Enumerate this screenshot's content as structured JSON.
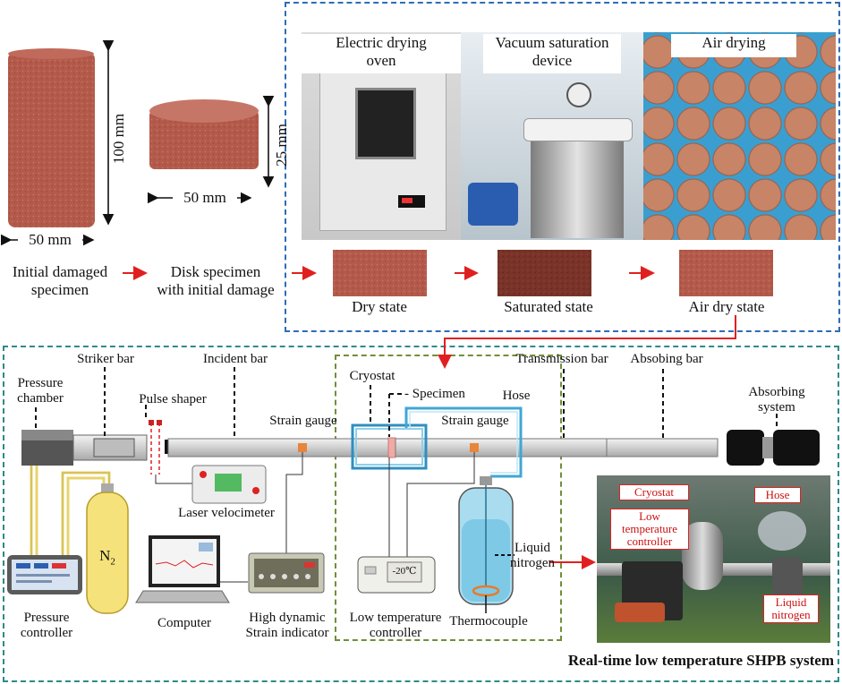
{
  "top": {
    "initial_specimen": {
      "height_dim": "100 mm",
      "width_dim": "50 mm",
      "caption_line1": "Initial damaged",
      "caption_line2": "specimen"
    },
    "disk_specimen": {
      "height_dim": "25 mm",
      "width_dim": "50 mm",
      "caption_line1": "Disk specimen",
      "caption_line2": "with initial damage"
    },
    "process_photos": [
      {
        "title_line1": "Electric drying",
        "title_line2": "oven"
      },
      {
        "title_line1": "Vacuum saturation",
        "title_line2": "device"
      },
      {
        "title_line1": "Air drying",
        "title_line2": ""
      }
    ],
    "states": [
      "Dry state",
      "Saturated state",
      "Air dry state"
    ]
  },
  "system": {
    "labels": {
      "striker_bar": "Striker bar",
      "incident_bar": "Incident bar",
      "cryostat": "Cryostat",
      "transmission_bar": "Transmission bar",
      "absorbing_bar": "Absobing bar",
      "pressure_chamber_line1": "Pressure",
      "pressure_chamber_line2": "chamber",
      "pulse_shaper": "Pulse shaper",
      "strain_gauge_left": "Strain gauge",
      "specimen": "Specimen",
      "hose": "Hose",
      "strain_gauge_right": "Strain gauge",
      "absorbing_system_line1": "Absorbing",
      "absorbing_system_line2": "system",
      "laser_velocimeter": "Laser velocimeter",
      "n2": "N",
      "n2_sub": "2",
      "pressure_controller_line1": "Pressure",
      "pressure_controller_line2": "controller",
      "computer": "Computer",
      "strain_indicator_line1": "High dynamic",
      "strain_indicator_line2": "Strain indicator",
      "low_temp_controller_line1": "Low temperature",
      "low_temp_controller_line2": "controller",
      "controller_display": "-20℃",
      "thermocouple": "Thermocouple",
      "liquid_nitrogen_line1": "Liquid",
      "liquid_nitrogen_line2": "nitrogen"
    },
    "photo_tags": {
      "cryostat": "Cryostat",
      "hose": "Hose",
      "controller_line1": "Low",
      "controller_line2": "temperature",
      "controller_line3": "controller",
      "nitrogen_line1": "Liquid",
      "nitrogen_line2": "nitrogen"
    },
    "title": "Real-time low temperature SHPB system"
  },
  "colors": {
    "arrow_red": "#e02020",
    "blue_frame": "#2f6db3",
    "teal_frame": "#2e8a8a",
    "green_frame": "#6f8f3a",
    "rock": "#b5574a",
    "bar_gray": "#d9d9d9",
    "hose_blue": "#3fa7d6",
    "nitrogen_blue": "#7ec9e6",
    "gas_yellow": "#f5e27a"
  }
}
